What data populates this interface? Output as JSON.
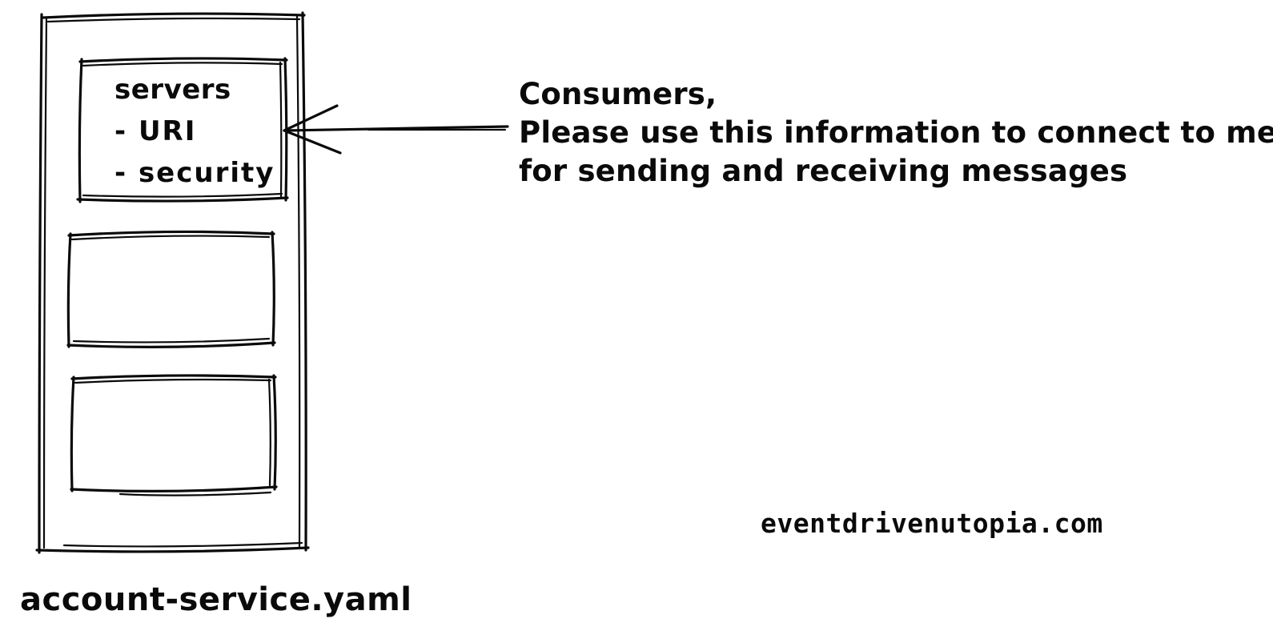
{
  "diagram": {
    "file_label": "account-service.yaml",
    "watermark": "eventdrivenutopia.com",
    "spec_box": {
      "title": "servers",
      "items": [
        "- URI",
        "- security"
      ]
    },
    "empty_boxes_count": 2,
    "annotation": {
      "line1": "Consumers,",
      "line2": "Please use this information to connect to me",
      "line3": "for sending and receiving messages"
    },
    "colors": {
      "ink": "#0a0a0a",
      "background": "#ffffff"
    }
  }
}
